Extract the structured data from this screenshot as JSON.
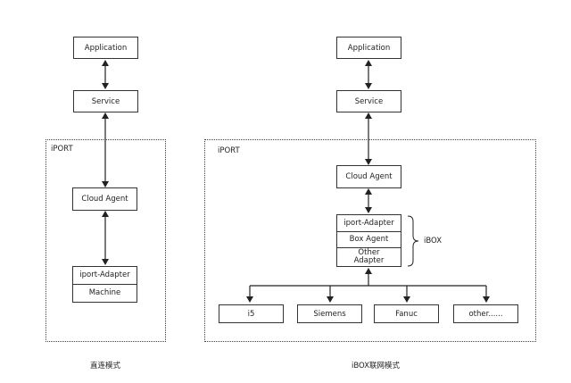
{
  "left": {
    "application": "Application",
    "service": "Service",
    "region_label": "iPORT",
    "cloud_agent": "Cloud Agent",
    "adapter": "iport-Adapter",
    "machine": "Machine",
    "caption": "直连模式"
  },
  "right": {
    "application": "Application",
    "service": "Service",
    "region_label": "iPORT",
    "cloud_agent": "Cloud Agent",
    "ibox_stack": [
      "iport-Adapter",
      "Box Agent",
      "Other\nAdapter"
    ],
    "ibox_label": "iBOX",
    "devices": [
      "i5",
      "Siemens",
      "Fanuc",
      "other......"
    ],
    "caption": "iBOX联网模式"
  }
}
